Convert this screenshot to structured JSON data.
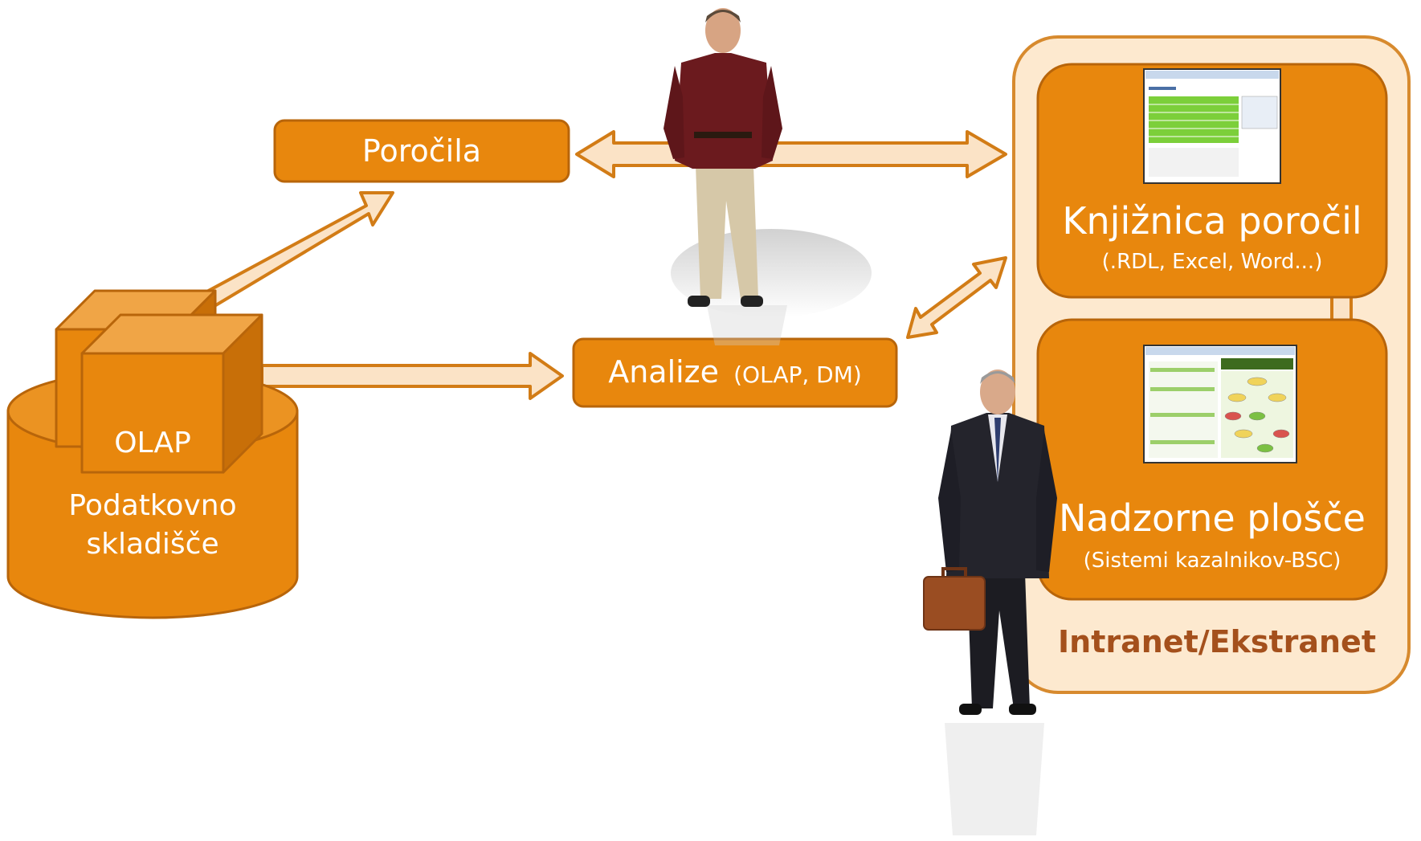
{
  "nodes": {
    "warehouse": {
      "line1": "Podatkovno",
      "line2": "skladišče"
    },
    "olap": {
      "label": "OLAP"
    },
    "reports": {
      "label": "Poročila"
    },
    "analysis": {
      "label": "Analize",
      "sub": "(OLAP, DM)"
    },
    "library": {
      "title": "Knjižnica poročil",
      "sub": "(.RDL, Excel, Word...)"
    },
    "dashboards": {
      "title": "Nadzorne plošče",
      "sub": "(Sistemi kazalnikov-BSC)"
    },
    "portal": {
      "label": "Intranet/Ekstranet"
    }
  },
  "colors": {
    "orange": "#e8870d",
    "orange_dark": "#b8650a",
    "portal_fill": "#fde9cf",
    "portal_label": "#a4501c",
    "arrow_fill": "#fbe3c6"
  },
  "icons": [
    "person-standing-icon",
    "businessman-with-briefcase-icon",
    "report-screenshot-icon",
    "dashboard-screenshot-icon"
  ]
}
